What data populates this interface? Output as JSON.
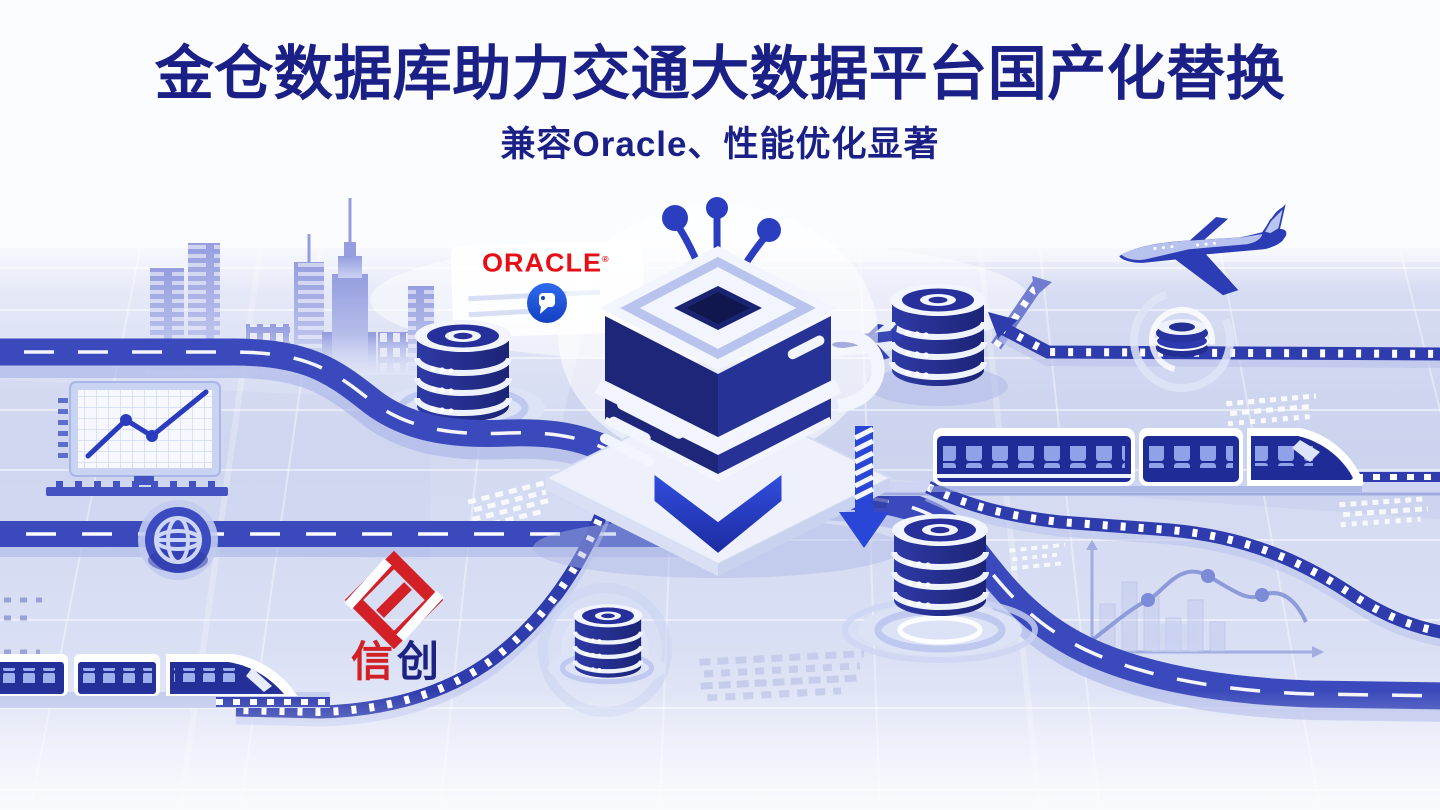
{
  "header": {
    "title": "金仓数据库助力交通大数据平台国产化替换",
    "subtitle": "兼容Oracle、性能优化显著",
    "text_color": "#1b2086"
  },
  "logos": {
    "oracle": {
      "wordmark": "ORACLE",
      "registered_mark": "®",
      "color": "#e60f18"
    },
    "xinchuang": {
      "char1": "信",
      "char2": "创",
      "char1_color": "#d32026",
      "char2_color": "#1d2383",
      "mark_color": "#d32026"
    }
  },
  "palette": {
    "title_navy": "#1b2086",
    "road_blue": "#3a49bb",
    "rail_blue": "#2e3cae",
    "database_navy": "#27309a",
    "accent_royal": "#2946d6",
    "ground_periwinkle": "#d4daf1",
    "highlight_white": "#f2f5fd",
    "oracle_red": "#e60f18",
    "xinchuang_red": "#d32026"
  },
  "illustration": {
    "description": "Isometric transport big-data scene on a perspective grid: highways, railways, trains, airplanes, database cylinders and a central isometric database cube with antenna, Oracle migration badge and Xinchuang logo",
    "icons": [
      "central-database-cube-icon",
      "antenna-balls-icon",
      "down-chevron-icon",
      "database-cylinder-icon-1",
      "database-cylinder-icon-2",
      "database-cylinder-icon-3",
      "database-cylinder-icon-4",
      "coin-stack-icon",
      "city-skyline-icon",
      "line-chart-monitor-icon",
      "faded-analytics-chart-icon",
      "globe-icon",
      "airplane-icon",
      "small-airplane-icon",
      "high-speed-train-icon",
      "commuter-train-icon",
      "railway-track-top-icon",
      "railway-track-curve-icon",
      "railway-track-left-icon",
      "highway-road-wavy-icon",
      "highway-road-straight-icon",
      "striped-down-arrow-icon",
      "oracle-migration-badge-icon",
      "xinchuang-knot-icon"
    ]
  }
}
